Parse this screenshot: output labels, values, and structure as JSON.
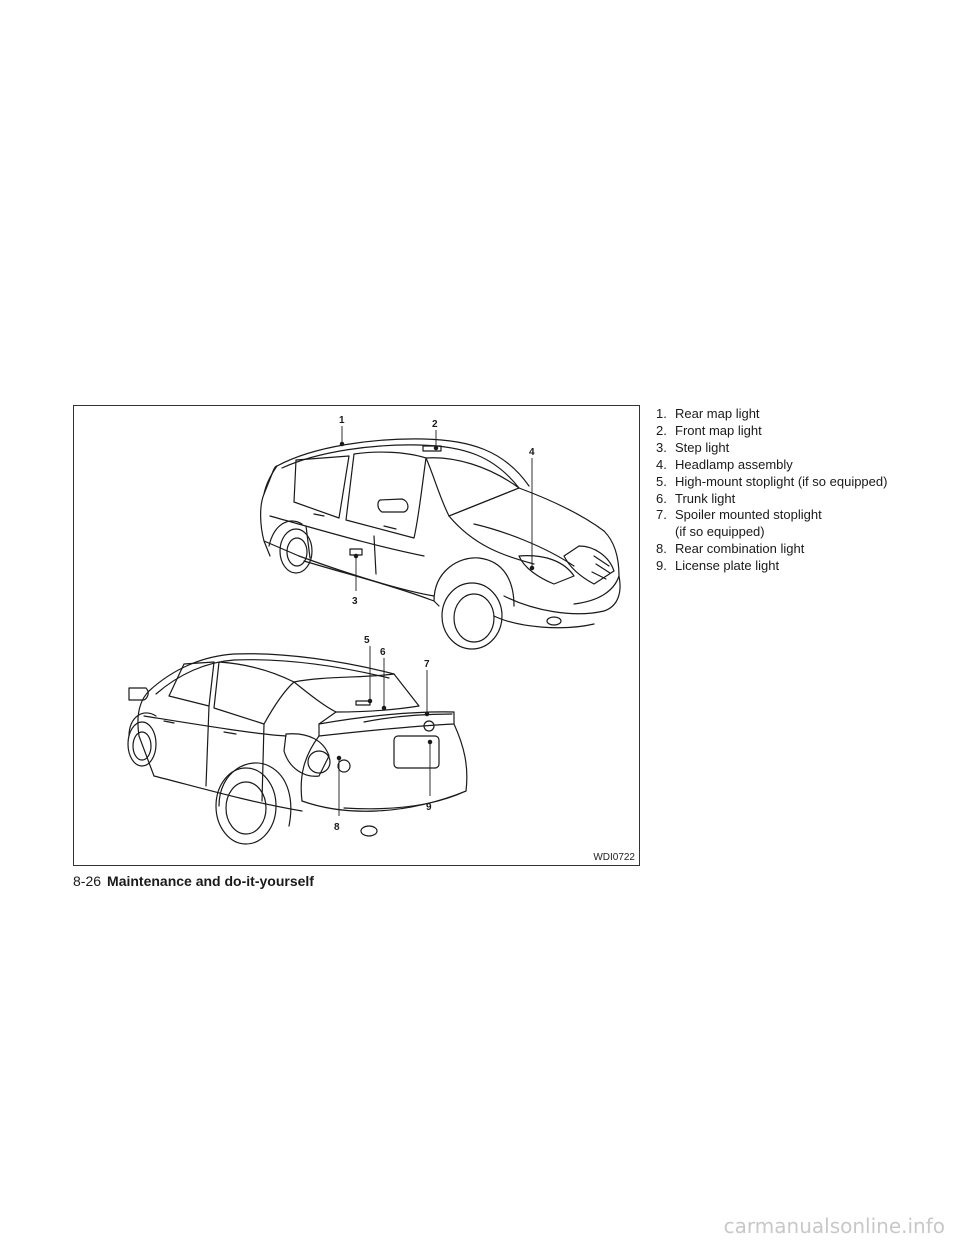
{
  "figure": {
    "code": "WDI0722",
    "callouts": [
      "1",
      "2",
      "3",
      "4",
      "5",
      "6",
      "7",
      "8",
      "9"
    ]
  },
  "legend": [
    {
      "num": "1.",
      "text": "Rear map light"
    },
    {
      "num": "2.",
      "text": "Front map light"
    },
    {
      "num": "3.",
      "text": "Step light"
    },
    {
      "num": "4.",
      "text": "Headlamp assembly"
    },
    {
      "num": "5.",
      "text": "High-mount stoplight (if so equipped)"
    },
    {
      "num": "6.",
      "text": "Trunk light"
    },
    {
      "num": "7.",
      "text": "Spoiler mounted stoplight",
      "continuation": "(if so equipped)"
    },
    {
      "num": "8.",
      "text": "Rear combination light"
    },
    {
      "num": "9.",
      "text": "License plate light"
    }
  ],
  "footer": {
    "page_number": "8-26",
    "section_title": "Maintenance and do-it-yourself"
  },
  "watermark": "carmanualsonline.info"
}
